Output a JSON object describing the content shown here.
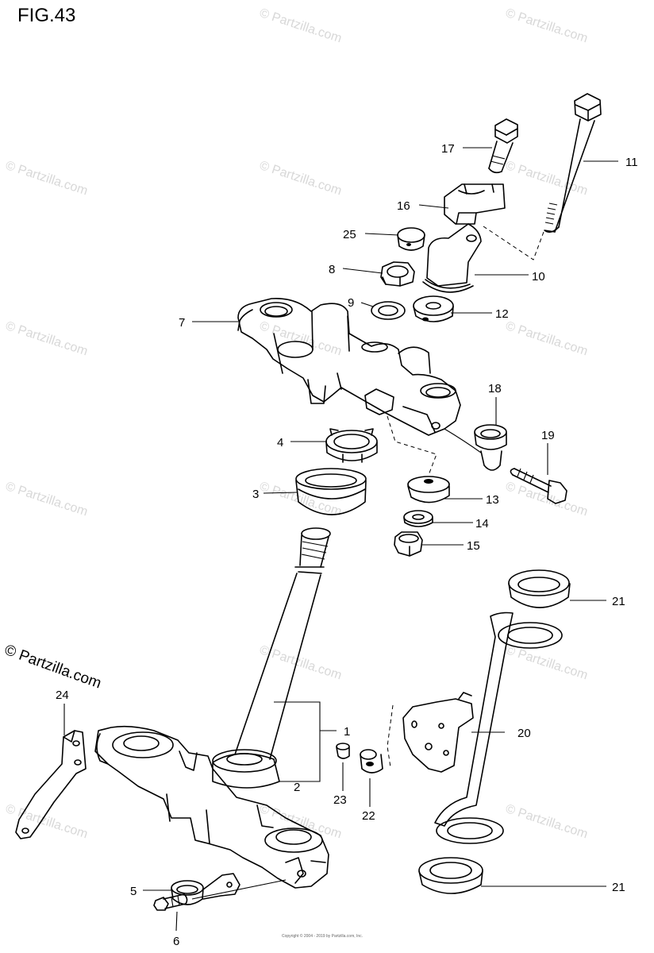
{
  "figure": {
    "title": "FIG.43"
  },
  "watermark": {
    "text": "© Partzilla.com"
  },
  "copyright": {
    "text": "Copyright © 2004 - 2019 by Partzilla.com, Inc."
  },
  "callouts": [
    {
      "id": "1",
      "label": "1"
    },
    {
      "id": "2",
      "label": "2"
    },
    {
      "id": "3",
      "label": "3"
    },
    {
      "id": "4",
      "label": "4"
    },
    {
      "id": "5",
      "label": "5"
    },
    {
      "id": "6",
      "label": "6"
    },
    {
      "id": "7",
      "label": "7"
    },
    {
      "id": "8",
      "label": "8"
    },
    {
      "id": "9",
      "label": "9"
    },
    {
      "id": "10",
      "label": "10"
    },
    {
      "id": "11",
      "label": "11"
    },
    {
      "id": "12",
      "label": "12"
    },
    {
      "id": "13",
      "label": "13"
    },
    {
      "id": "14",
      "label": "14"
    },
    {
      "id": "15",
      "label": "15"
    },
    {
      "id": "16",
      "label": "16"
    },
    {
      "id": "17",
      "label": "17"
    },
    {
      "id": "18",
      "label": "18"
    },
    {
      "id": "19",
      "label": "19"
    },
    {
      "id": "20",
      "label": "20"
    },
    {
      "id": "21a",
      "label": "21"
    },
    {
      "id": "21b",
      "label": "21"
    },
    {
      "id": "22",
      "label": "22"
    },
    {
      "id": "23",
      "label": "23"
    },
    {
      "id": "24",
      "label": "24"
    },
    {
      "id": "25",
      "label": "25"
    }
  ]
}
